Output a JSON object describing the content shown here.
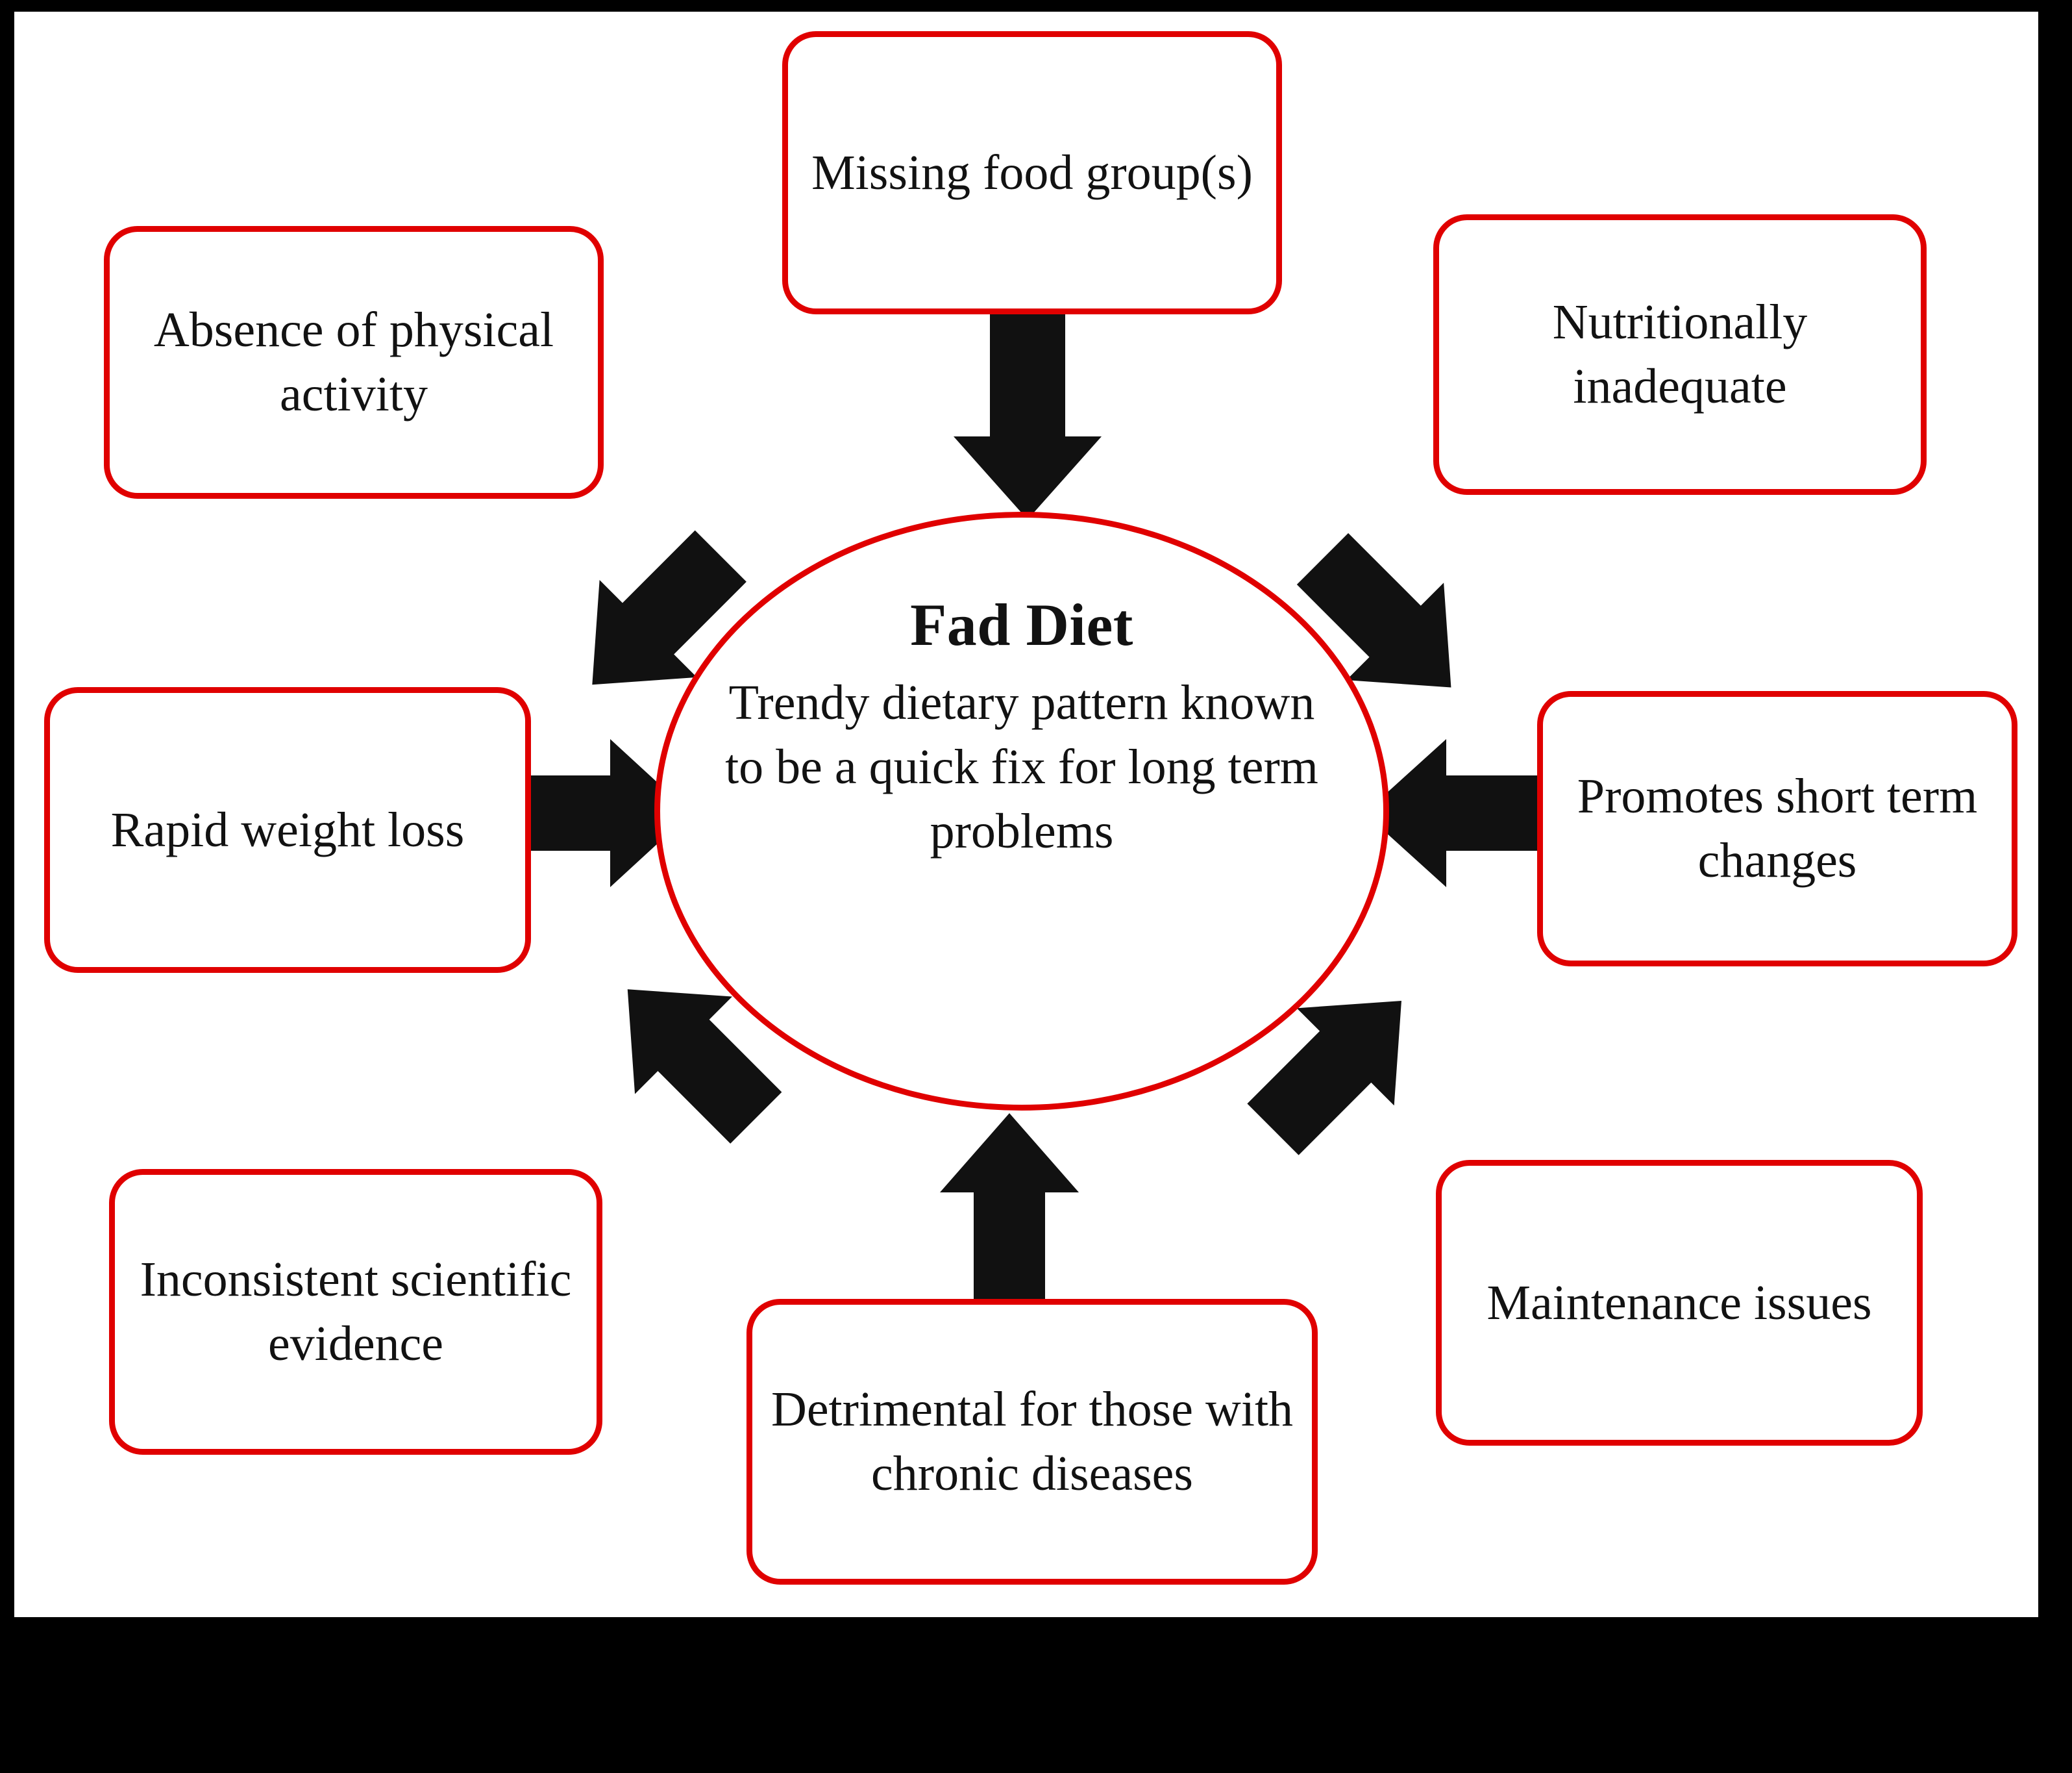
{
  "figure": {
    "type": "concept-map",
    "center": {
      "title": "Fad Diet",
      "description": "Trendy dietary pattern known to be a quick fix for long term problems"
    },
    "colors": {
      "node_border": "#e00000",
      "node_fill": "#ffffff",
      "arrow": "#111111",
      "frame": "#000000",
      "text": "#121212"
    },
    "nodes": [
      {
        "id": "absence-of-physical-activity",
        "label": "Absence of physical activity",
        "position": "top-left",
        "arrow": "diagonal-down-right"
      },
      {
        "id": "missing-food-groups",
        "label": "Missing food group(s)",
        "position": "top-center",
        "arrow": "down"
      },
      {
        "id": "nutritionally-inadequate",
        "label": "Nutritionally inadequate",
        "position": "top-right",
        "arrow": "diagonal-down-left"
      },
      {
        "id": "rapid-weight-loss",
        "label": "Rapid weight loss",
        "position": "middle-left",
        "arrow": "right"
      },
      {
        "id": "promotes-short-term-changes",
        "label": "Promotes short term changes",
        "position": "middle-right",
        "arrow": "left"
      },
      {
        "id": "inconsistent-scientific-evidence",
        "label": "Inconsistent scientific evidence",
        "position": "bottom-left",
        "arrow": "diagonal-up-right"
      },
      {
        "id": "detrimental-chronic-diseases",
        "label": "Detrimental for those with chronic diseases",
        "position": "bottom-center",
        "arrow": "up"
      },
      {
        "id": "maintenance-issues",
        "label": "Maintenance issues",
        "position": "bottom-right",
        "arrow": "diagonal-up-left"
      }
    ]
  }
}
